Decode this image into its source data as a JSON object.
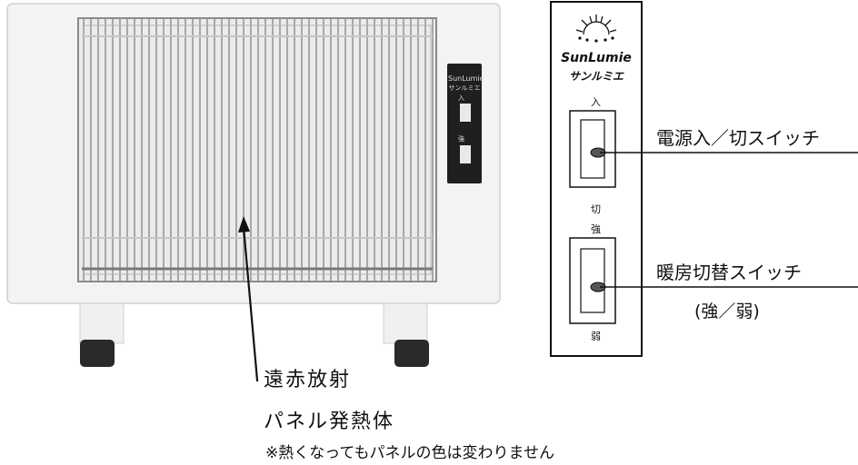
{
  "heater": {
    "brand_logo_en": "SunLumie",
    "brand_logo_ja": "サンルミエ",
    "mini_switch_top": "入",
    "mini_switch_bottom": "強"
  },
  "panel": {
    "brand_en": "SunLumie",
    "brand_ja": "サンルミエ",
    "switch1_top": "入",
    "switch1_bottom": "切",
    "switch2_top": "強",
    "switch2_bottom": "弱"
  },
  "callouts": {
    "power_switch": "電源入／切スイッチ",
    "heat_switch": "暖房切替スイッチ",
    "heat_switch_sub": "(強／弱)",
    "panel_line1": "遠赤放射",
    "panel_line2": "パネル発熱体",
    "note": "※熱くなってもパネルの色は変わりません"
  },
  "colors": {
    "line": "#111111",
    "frame": "#f2f2f0",
    "grille": "#d8d8d8",
    "dark": "#1a1a1a"
  }
}
